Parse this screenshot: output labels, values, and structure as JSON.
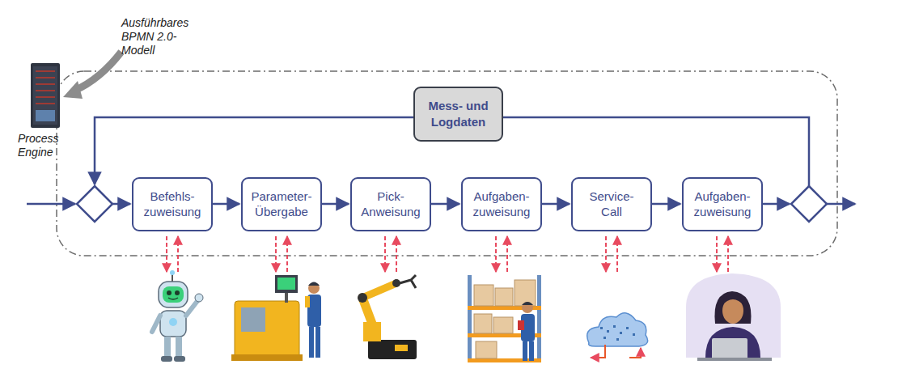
{
  "diagram": {
    "nodes": [
      {
        "text": [
          "Mess- und Logdaten"
        ]
      },
      {
        "text": [
          "Befehls- zuweisung"
        ]
      },
      {
        "text": [
          "Parameter- Übergabe"
        ]
      },
      {
        "text": [
          "Pick- Anweisung"
        ]
      },
      {
        "text": [
          "Aufgaben- zuweisung"
        ]
      },
      {
        "text": [
          "Service- Call"
        ]
      },
      {
        "text": [
          "Aufgaben- zuweisung"
        ]
      }
    ],
    "edges": [
      {
        "from": 1,
        "to": 2,
        "arrow": "to"
      },
      {
        "from": 2,
        "to": 3,
        "arrow": "to"
      },
      {
        "from": 3,
        "to": 4,
        "arrow": "to"
      },
      {
        "from": 4,
        "to": 5,
        "arrow": "to"
      },
      {
        "from": 5,
        "to": 6,
        "arrow": "to"
      }
    ],
    "labels": [
      "Ausführbares BPMN 2.0- Modell",
      "Process Engine"
    ]
  }
}
